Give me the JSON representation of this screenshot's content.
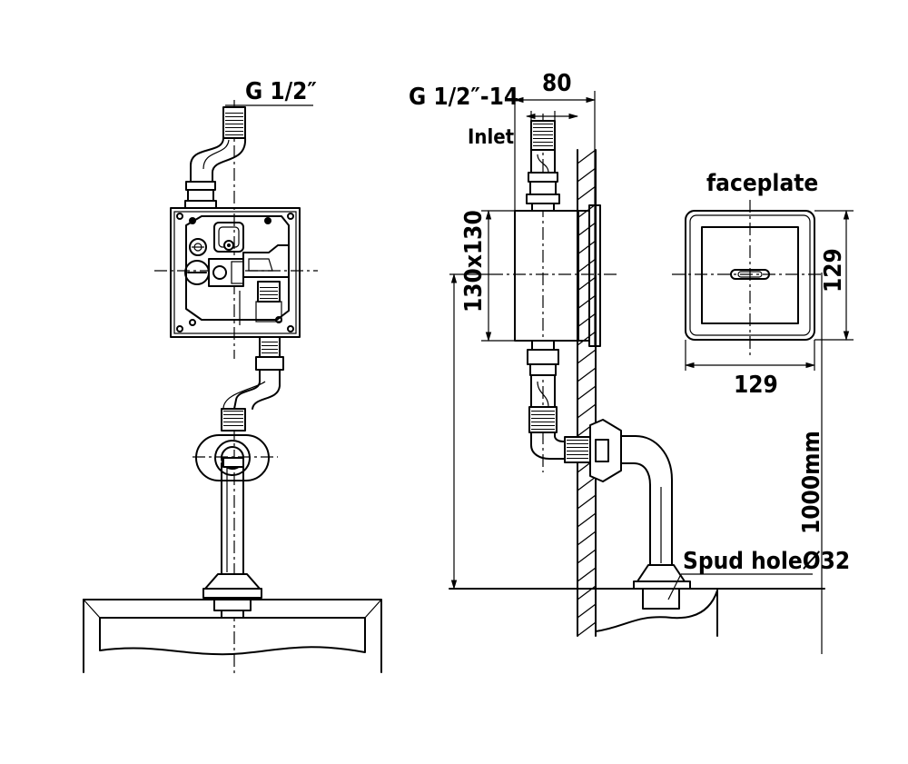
{
  "labels": {
    "front_thread": "G 1/2″",
    "side_thread": "G 1/2″-14",
    "inlet": "Inlet",
    "depth_dim": "80",
    "box_size_dim": "130x130",
    "faceplate": "faceplate",
    "faceplate_height": "129",
    "faceplate_width": "129",
    "install_height": "1000mm",
    "spud_hole": "Spud holeØ32"
  }
}
